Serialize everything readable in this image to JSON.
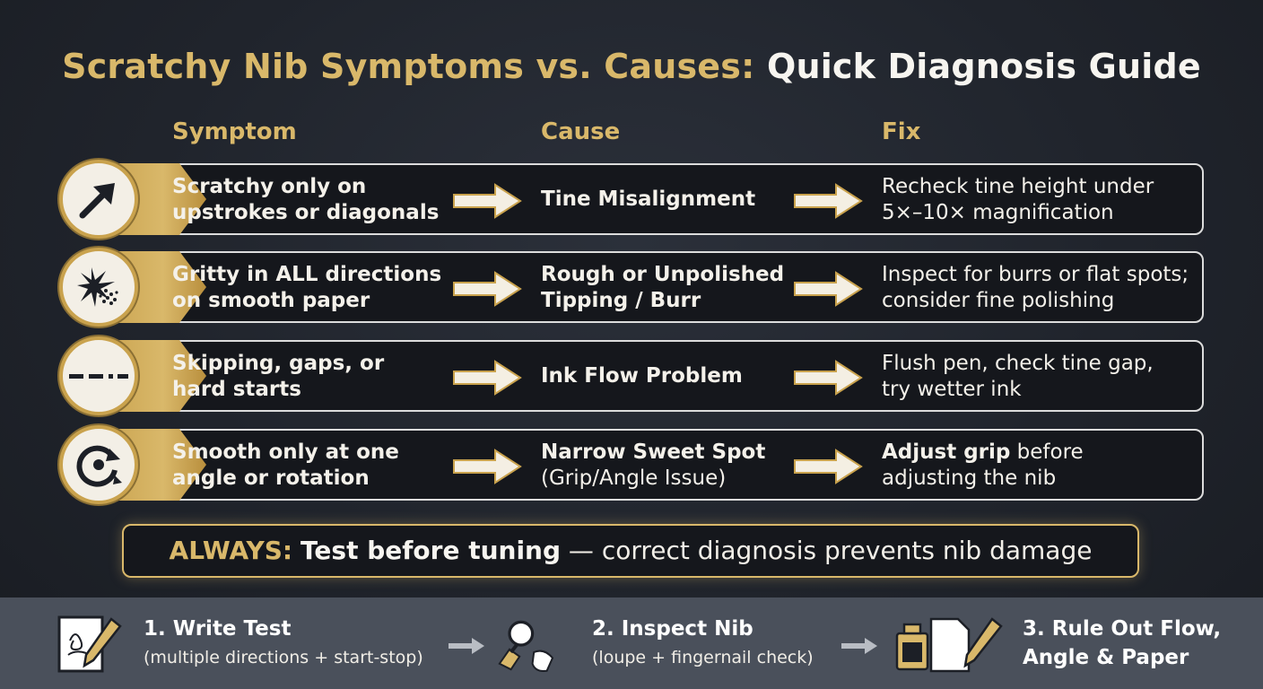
{
  "title": {
    "part1": "Scratchy Nib Symptoms vs. Causes:",
    "part2": "Quick Diagnosis Guide"
  },
  "columns": {
    "symptom": "Symptom",
    "cause": "Cause",
    "fix": "Fix"
  },
  "rows": [
    {
      "icon": "diagonal-arrow-icon",
      "symptom": [
        "Scratchy only on",
        "upstrokes or diagonals"
      ],
      "cause": [
        "Tine Misalignment"
      ],
      "cause_sub": "",
      "fix_bold": "",
      "fix": [
        "Recheck tine height under",
        "5×–10× magnification"
      ]
    },
    {
      "icon": "gritty-burst-icon",
      "symptom": [
        "Gritty in ALL directions",
        "on smooth paper"
      ],
      "cause": [
        "Rough or Unpolished",
        "Tipping / Burr"
      ],
      "cause_sub": "",
      "fix_bold": "",
      "fix": [
        "Inspect for burrs or flat spots;",
        "consider fine polishing"
      ]
    },
    {
      "icon": "dashed-line-icon",
      "symptom": [
        "Skipping, gaps, or",
        "hard starts"
      ],
      "cause": [
        "Ink Flow Problem"
      ],
      "cause_sub": "",
      "fix_bold": "",
      "fix": [
        "Flush pen, check tine gap,",
        "try wetter ink"
      ]
    },
    {
      "icon": "rotation-icon",
      "symptom": [
        "Smooth only at one",
        "angle or rotation"
      ],
      "cause": [
        "Narrow Sweet Spot"
      ],
      "cause_sub": "(Grip/Angle Issue)",
      "fix_bold": "Adjust grip",
      "fix": [
        " before",
        "adjusting the nib"
      ]
    }
  ],
  "always": {
    "label": "ALWAYS:",
    "bold": "Test before tuning",
    "rest": " — correct diagnosis prevents nib damage"
  },
  "steps": [
    {
      "icon": "writing-paper-icon",
      "title": "1. Write Test",
      "sub": "(multiple directions + start-stop)"
    },
    {
      "icon": "magnifier-nib-icon",
      "title": "2. Inspect Nib",
      "sub": "(loupe + fingernail check)"
    },
    {
      "icon": "ink-bottle-pen-icon",
      "title": "3. Rule Out Flow,",
      "sub": "Angle & Paper"
    }
  ],
  "colors": {
    "gold": "#d9b86a",
    "background": "#20242c",
    "row_fill": "#15171c",
    "footer": "#4a505b"
  }
}
